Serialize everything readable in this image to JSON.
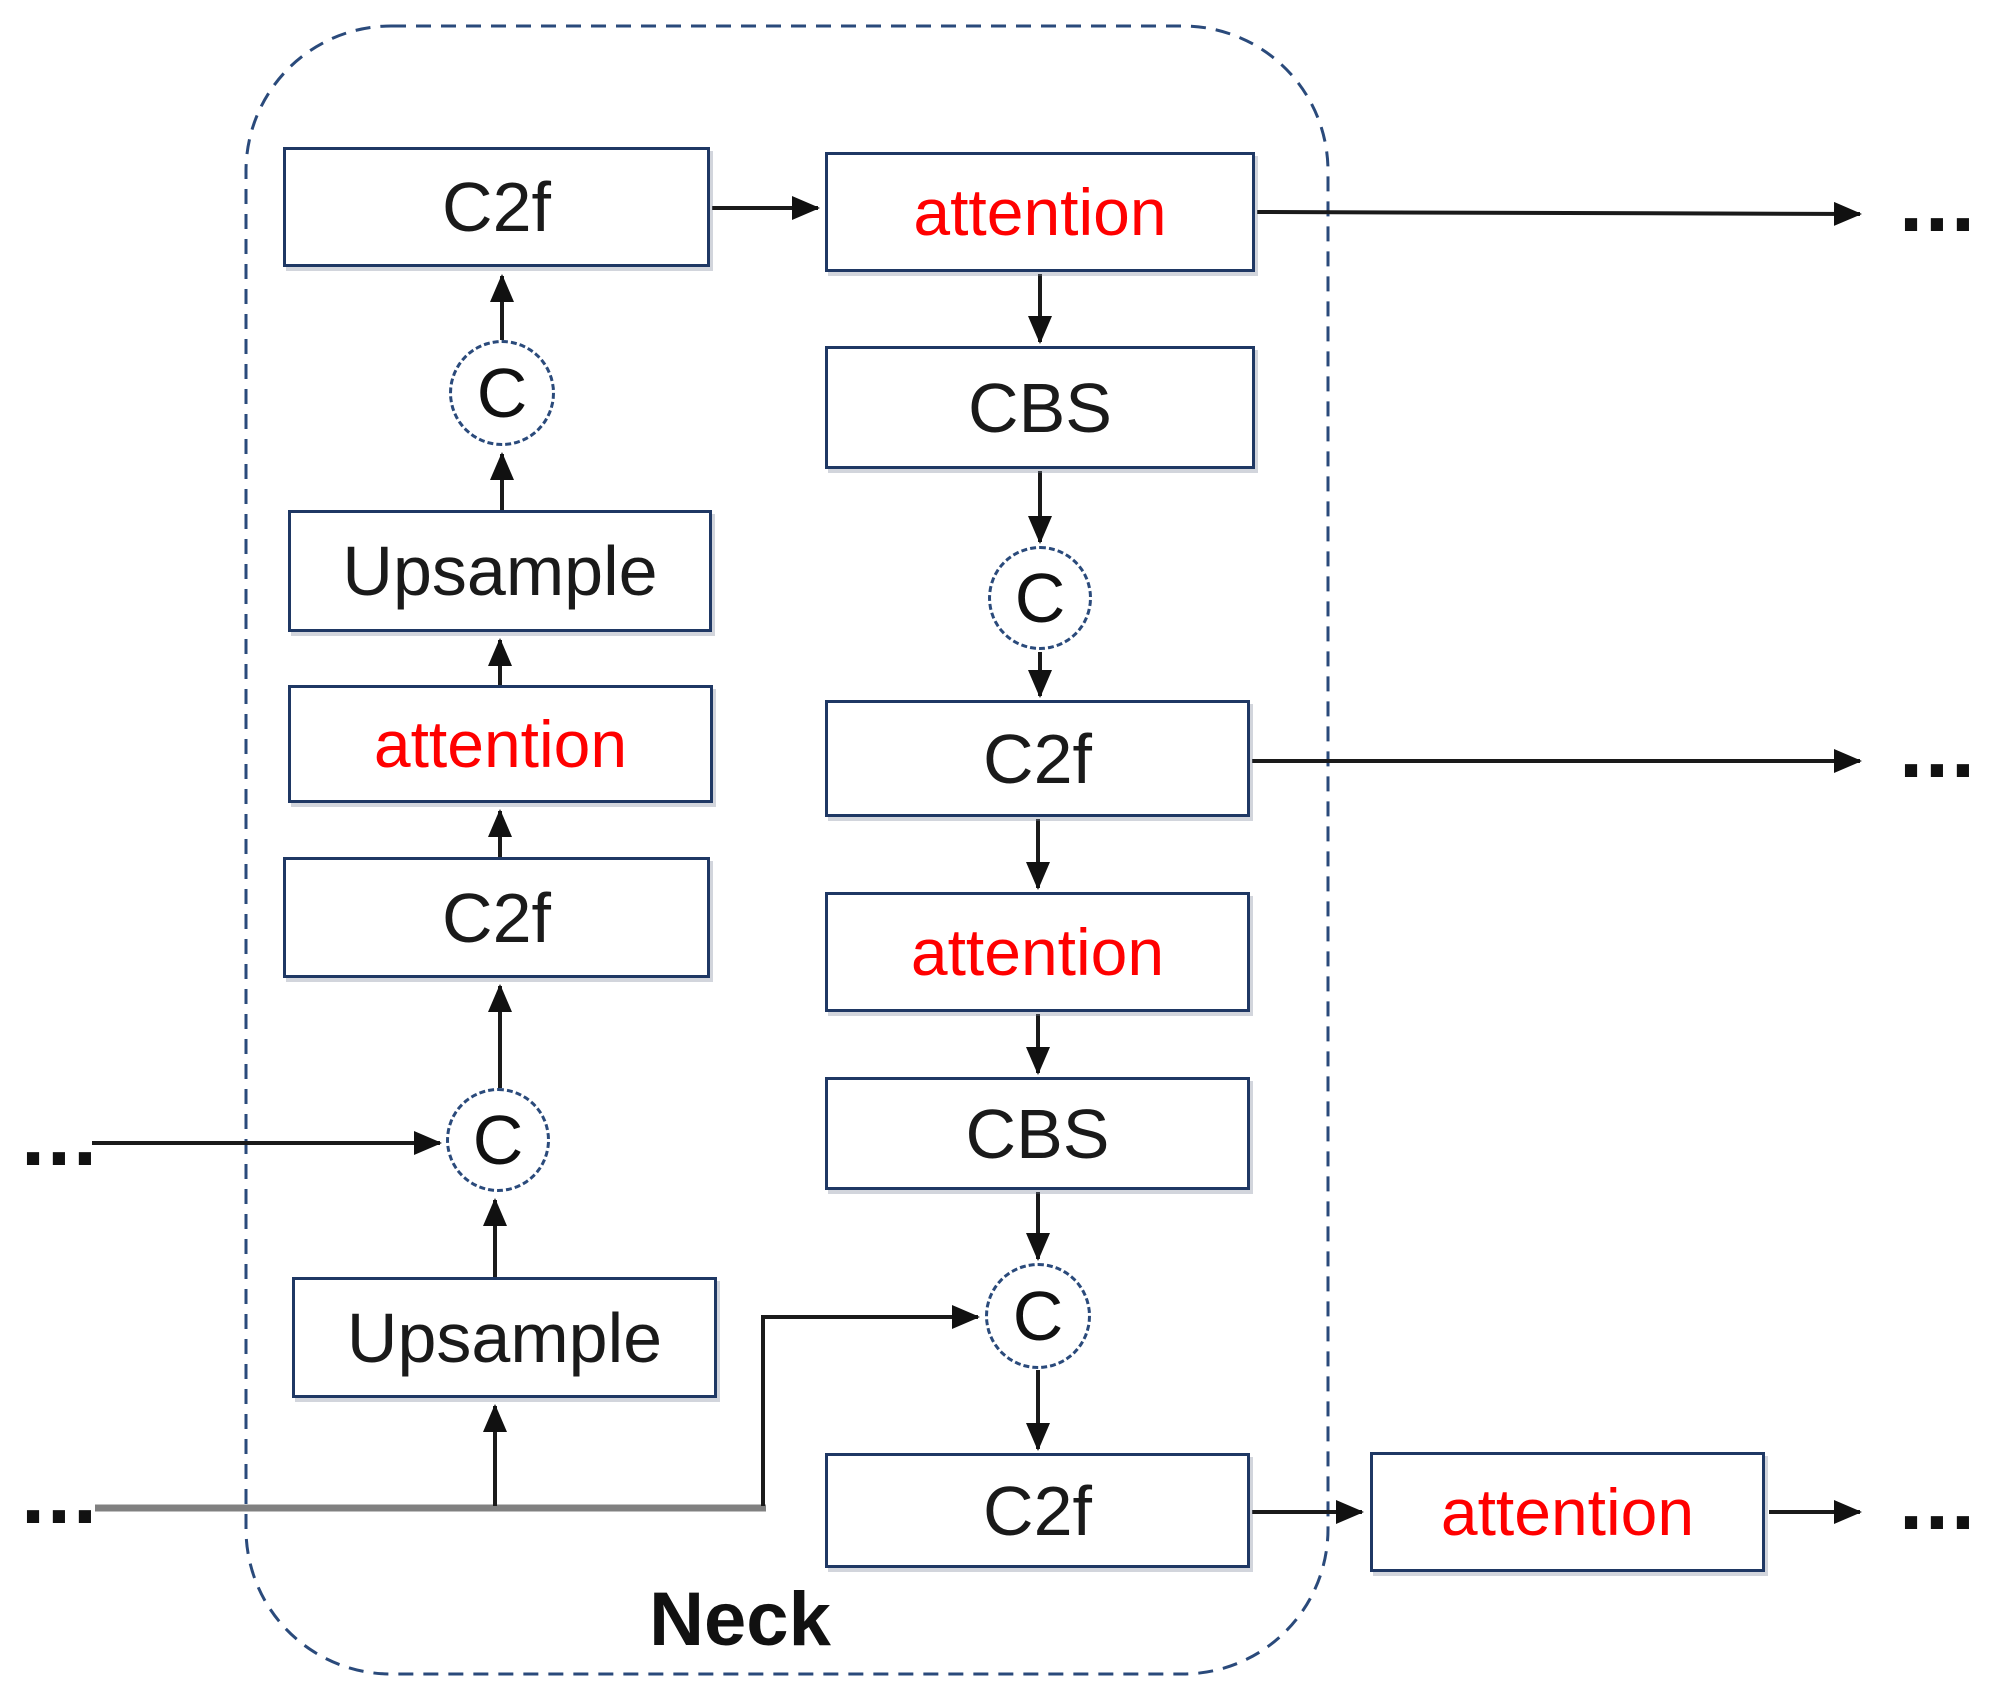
{
  "diagram": {
    "container_label": "Neck",
    "nodes": {
      "l_c2f_top": "C2f",
      "l_concat_top": "C",
      "l_upsample_top": "Upsample",
      "l_attention": "attention",
      "l_c2f_mid": "C2f",
      "l_concat_bot": "C",
      "l_upsample_bot": "Upsample",
      "r_attention_top": "attention",
      "r_cbs_top": "CBS",
      "r_concat_top": "C",
      "r_c2f_mid": "C2f",
      "r_attention_mid": "attention",
      "r_cbs_bot": "CBS",
      "r_concat_bot": "C",
      "r_c2f_bot": "C2f",
      "ext_attention": "attention"
    },
    "ellipsis": "...",
    "colors": {
      "box_border": "#1f3864",
      "container_dash": "#2a4a7b",
      "attention_text": "#ff0000",
      "text_black": "#1a1a1a",
      "gray_line": "#808080",
      "arrow": "#1a1a1a"
    }
  }
}
